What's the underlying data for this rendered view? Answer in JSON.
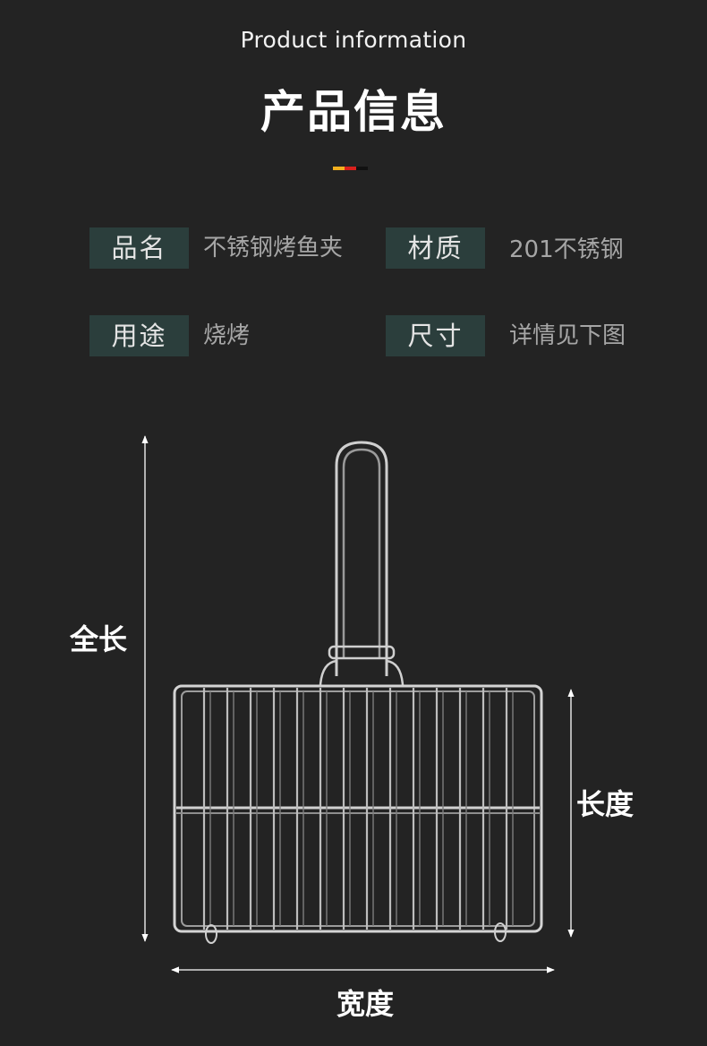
{
  "header": {
    "subtitle": "Product information",
    "title": "产品信息",
    "accent_colors": [
      "#f2b01e",
      "#d9201c",
      "#ffffff"
    ]
  },
  "specs": [
    {
      "label": "品名",
      "value": "不锈钢烤鱼夹"
    },
    {
      "label": "材质",
      "value": "201不锈钢"
    },
    {
      "label": "用途",
      "value": "烧烤"
    },
    {
      "label": "尺寸",
      "value": "详情见下图"
    }
  ],
  "dimensions": {
    "total_length": "全长",
    "length": "长度",
    "width": "宽度"
  },
  "colors": {
    "background": "#232323",
    "label_bg": "#2b3e3c"
  }
}
